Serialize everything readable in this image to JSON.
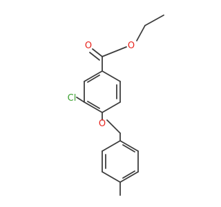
{
  "molecule": {
    "atoms": {
      "carbonyl_oxygen": {
        "label": "O",
        "color": "#e8231c"
      },
      "ester_oxygen": {
        "label": "O",
        "color": "#e8231c"
      },
      "ether_oxygen": {
        "label": "O",
        "color": "#e8231c"
      },
      "chlorine": {
        "label": "Cl",
        "color": "#3aa02e"
      }
    },
    "bond_color": "#3c3c3c"
  }
}
